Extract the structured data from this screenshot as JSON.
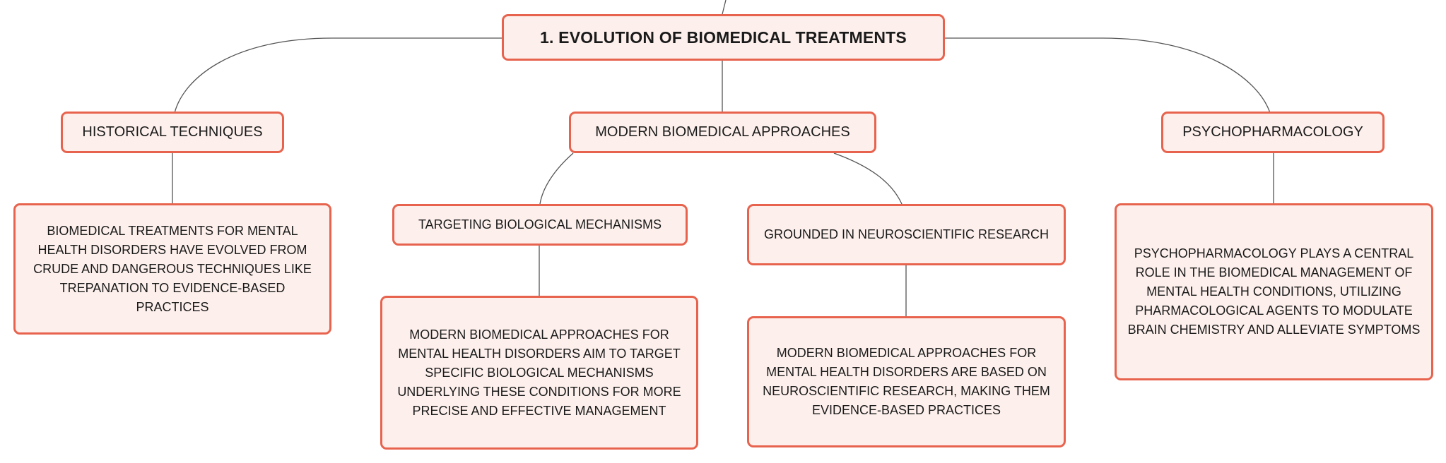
{
  "diagram": {
    "root": {
      "label": "1. EVOLUTION OF BIOMEDICAL TREATMENTS"
    },
    "branches": {
      "historical": {
        "label": "HISTORICAL TECHNIQUES",
        "detail": "BIOMEDICAL TREATMENTS FOR MENTAL HEALTH DISORDERS HAVE EVOLVED FROM CRUDE AND DANGEROUS TECHNIQUES LIKE TREPANATION TO EVIDENCE-BASED PRACTICES"
      },
      "modern": {
        "label": "MODERN BIOMEDICAL APPROACHES",
        "targeting": {
          "label": "TARGETING BIOLOGICAL MECHANISMS",
          "detail": "MODERN BIOMEDICAL APPROACHES FOR MENTAL HEALTH DISORDERS AIM TO TARGET SPECIFIC BIOLOGICAL MECHANISMS UNDERLYING THESE CONDITIONS FOR MORE PRECISE AND EFFECTIVE MANAGEMENT"
        },
        "grounded": {
          "label": "GROUNDED IN NEUROSCIENTIFIC RESEARCH",
          "detail": "MODERN BIOMEDICAL APPROACHES FOR MENTAL HEALTH DISORDERS ARE BASED ON NEUROSCIENTIFIC RESEARCH, MAKING THEM EVIDENCE-BASED PRACTICES"
        }
      },
      "psychopharmacology": {
        "label": "PSYCHOPHARMACOLOGY",
        "detail": "PSYCHOPHARMACOLOGY PLAYS A CENTRAL ROLE IN THE BIOMEDICAL MANAGEMENT OF MENTAL HEALTH CONDITIONS, UTILIZING PHARMACOLOGICAL AGENTS TO MODULATE BRAIN CHEMISTRY AND ALLEVIATE SYMPTOMS"
      }
    },
    "colors": {
      "node_fill": "#fdf0ec",
      "node_border": "#e8634e",
      "connector": "#555555",
      "text": "#1a1a1a"
    }
  }
}
